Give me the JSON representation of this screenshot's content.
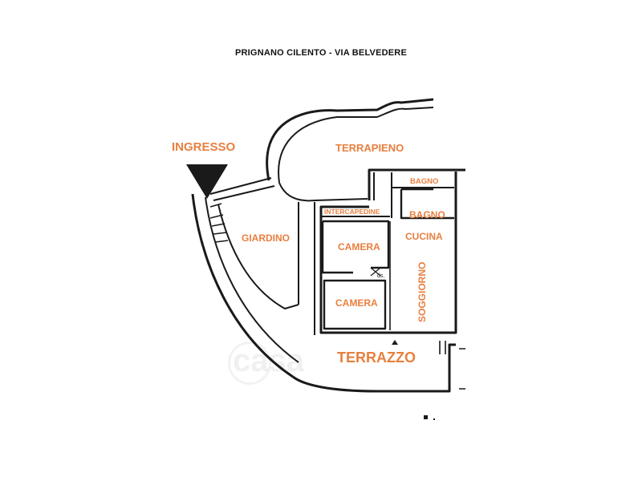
{
  "header": {
    "title": "PRIGNANO CILENTO - VIA BELVEDERE"
  },
  "labels": {
    "ingresso": "INGRESSO",
    "terrapieno": "TERRAPIENO",
    "giardino": "GIARDINO",
    "intercapedine": "INTERCAPEDINE",
    "camera_1": "CAMERA",
    "camera_2": "CAMERA",
    "bagno_1": "BAGNO",
    "bagno_2": "BAGNO",
    "cucina": "CUCINA",
    "soggiorno": "SOGGIORNO",
    "terrazzo": "TERRAZZO",
    "ds": "ds."
  },
  "watermark": "casa",
  "colors": {
    "label": "#e87f3e",
    "wall": "#1a1a1a"
  }
}
